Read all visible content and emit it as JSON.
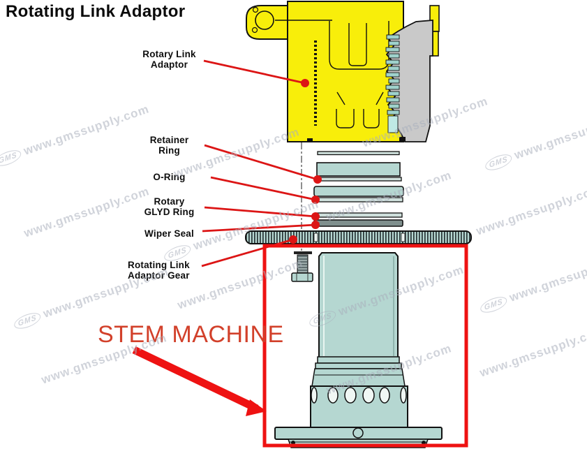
{
  "title": "Rotating Link Adaptor",
  "callouts": {
    "rotary_link_adaptor": "Rotary Link\nAdaptor",
    "retainer_ring": "Retainer\nRing",
    "o_ring": "O-Ring",
    "rotary_glyd_ring": "Rotary\nGLYD Ring",
    "wiper_seal": "Wiper Seal",
    "rotating_link_adaptor_gear": "Rotating Link\nAdaptor Gear"
  },
  "annotation": {
    "stem_machine": "STEM MACHINE"
  },
  "watermark": {
    "text": "www.gmssupply.com",
    "logo": "GMS"
  },
  "colors": {
    "part_yellow": "#f8ee0a",
    "part_teal": "#b5d7d1",
    "part_gray": "#c9c9c9",
    "gear_dark": "#273335",
    "leader_red": "#dc1515",
    "box_red": "#ee1212",
    "stem_text_red": "#d2402a",
    "watermark_gray": "#aab0bd",
    "outline_black": "#111111"
  }
}
